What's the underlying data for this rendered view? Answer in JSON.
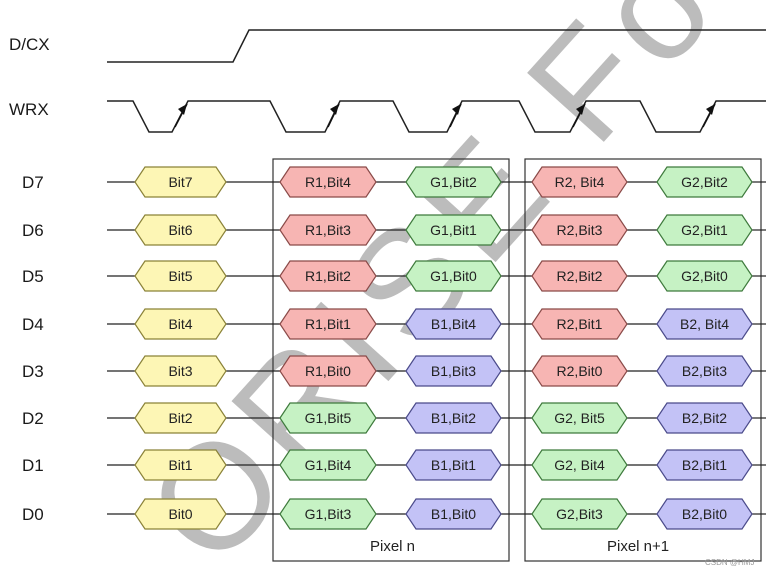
{
  "signals": {
    "dcx": "D/CX",
    "wrx": "WRX"
  },
  "data_lines": [
    {
      "label": "D7",
      "cells": [
        "Bit7",
        "R1,Bit4",
        "G1,Bit2",
        "R2, Bit4",
        "G2,Bit2"
      ]
    },
    {
      "label": "D6",
      "cells": [
        "Bit6",
        "R1,Bit3",
        "G1,Bit1",
        "R2,Bit3",
        "G2,Bit1"
      ]
    },
    {
      "label": "D5",
      "cells": [
        "Bit5",
        "R1,Bit2",
        "G1,Bit0",
        "R2,Bit2",
        "G2,Bit0"
      ]
    },
    {
      "label": "D4",
      "cells": [
        "Bit4",
        "R1,Bit1",
        "B1,Bit4",
        "R2,Bit1",
        "B2, Bit4"
      ]
    },
    {
      "label": "D3",
      "cells": [
        "Bit3",
        "R1,Bit0",
        "B1,Bit3",
        "R2,Bit0",
        "B2,Bit3"
      ]
    },
    {
      "label": "D2",
      "cells": [
        "Bit2",
        "G1,Bit5",
        "B1,Bit2",
        "G2, Bit5",
        "B2,Bit2"
      ]
    },
    {
      "label": "D1",
      "cells": [
        "Bit1",
        "G1,Bit4",
        "B1,Bit1",
        "G2, Bit4",
        "B2,Bit1"
      ]
    },
    {
      "label": "D0",
      "cells": [
        "Bit0",
        "G1,Bit3",
        "B1,Bit0",
        "G2,Bit3",
        "B2,Bit0"
      ]
    }
  ],
  "pixel_groups": [
    "Pixel n",
    "Pixel n+1"
  ],
  "watermark": "ORISE For",
  "credit": "CSDN @HMJ",
  "colors": {
    "yellow_fill": "#fdf6b5",
    "yellow_stroke": "#8a8238",
    "red_fill": "#f7b5b3",
    "red_stroke": "#8a4a48",
    "green_fill": "#c6f2c4",
    "green_stroke": "#3e7a3c",
    "blue_fill": "#c3c2f6",
    "blue_stroke": "#4a4a8a",
    "line": "#222222"
  }
}
